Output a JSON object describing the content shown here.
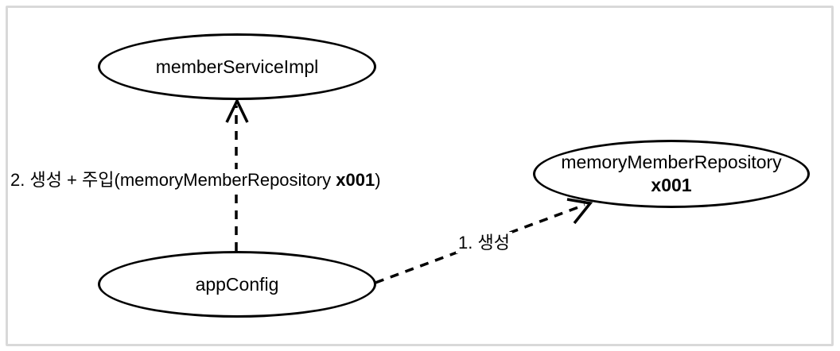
{
  "diagram": {
    "title": "spring bean dependency creation diagram",
    "colors": {
      "node_stroke": "#000000",
      "frame_border": "#d9d9d9",
      "background": "#ffffff",
      "text": "#000000"
    },
    "nodes": {
      "member_service_impl": {
        "label": "memberServiceImpl"
      },
      "memory_member_repository": {
        "label": "memoryMemberRepository",
        "instance": "x001"
      },
      "app_config": {
        "label": "appConfig"
      }
    },
    "edges": {
      "inject": {
        "prefix": "2. 생성 + 주입(memoryMemberRepository ",
        "bold": "x001",
        "suffix": ")"
      },
      "create": {
        "label": "1. 생성"
      }
    }
  }
}
